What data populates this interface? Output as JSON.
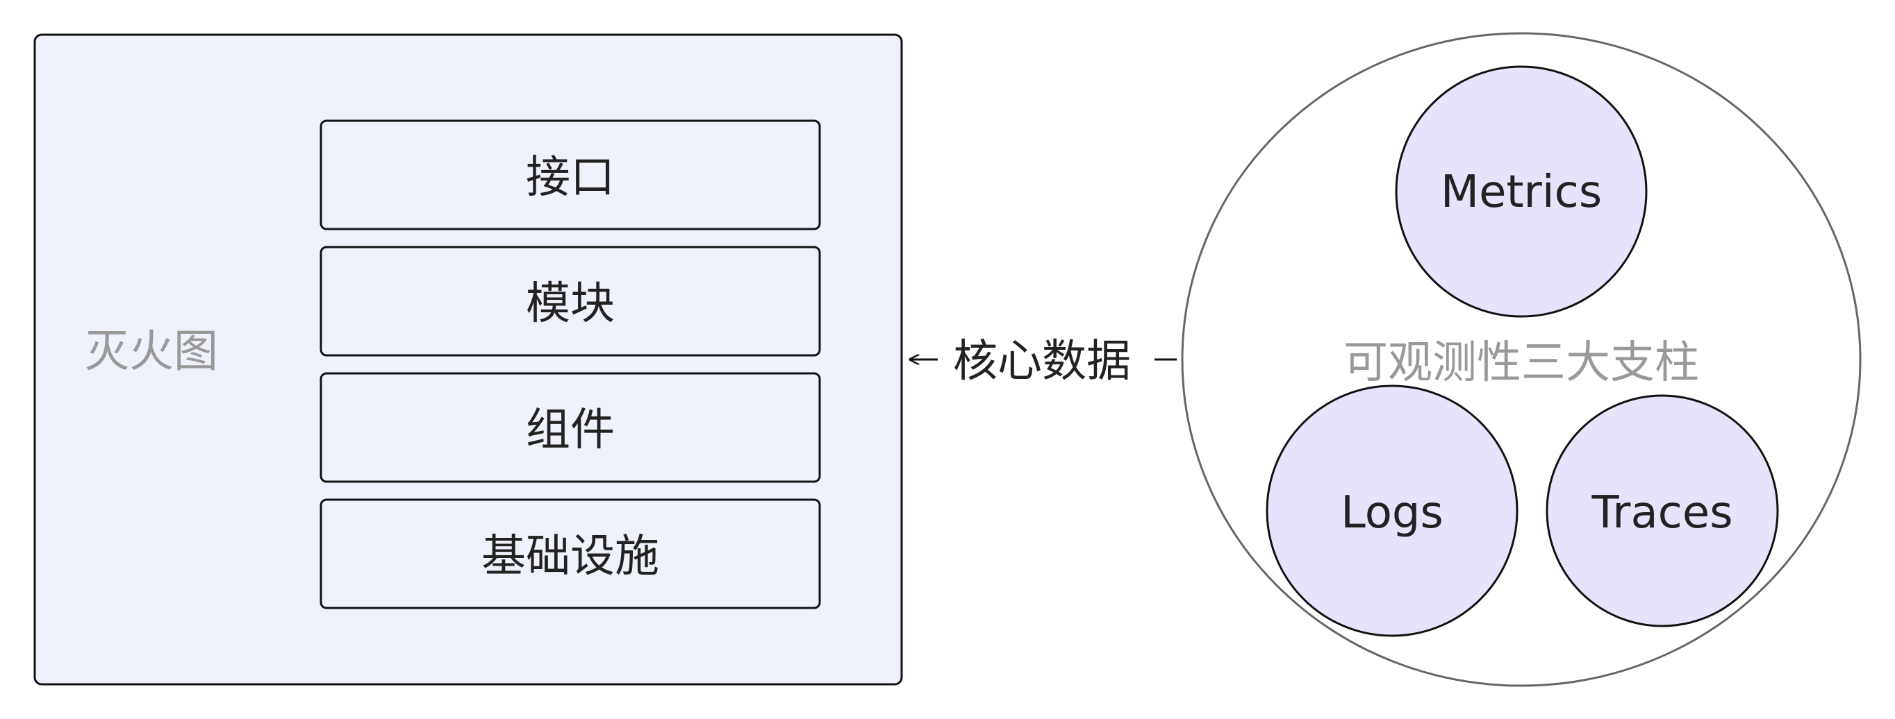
{
  "left_group": {
    "label": "灭火图",
    "layers": [
      "接口",
      "模块",
      "组件",
      "基础设施"
    ]
  },
  "edge": {
    "label": "核心数据"
  },
  "right_group": {
    "label": "可观测性三大支柱",
    "nodes": [
      "Metrics",
      "Logs",
      "Traces"
    ]
  },
  "colors": {
    "group_fill": "#eff1fb",
    "pillar_fill": "#e8e2fb",
    "stroke": "#111111",
    "outer_stroke": "#666666",
    "muted_text": "#999999",
    "text": "#222222"
  }
}
